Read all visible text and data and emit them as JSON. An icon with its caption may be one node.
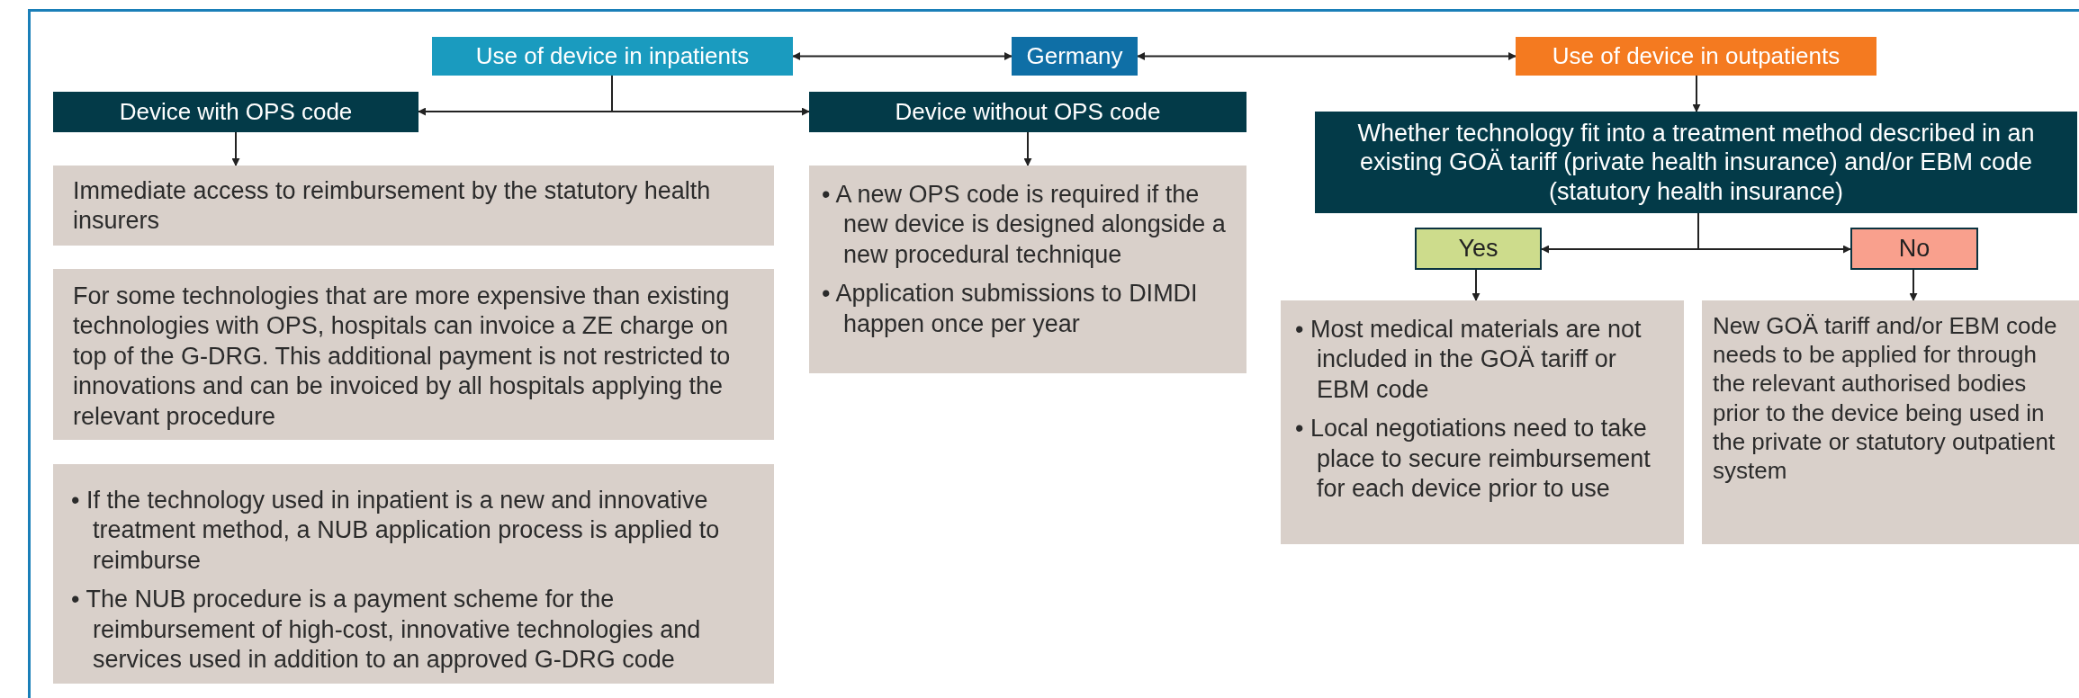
{
  "diagram": {
    "nodes": [
      {
        "text": [
          "Use of device in inpatients"
        ]
      },
      {
        "text": [
          "Germany"
        ]
      },
      {
        "text": [
          "Use of device in outpatients"
        ]
      },
      {
        "text": [
          "Device with OPS code"
        ]
      },
      {
        "text": [
          "Device without OPS code"
        ]
      },
      {
        "text": [
          "Whether technology fit into a treatment method described in an existing GOÄ tariff (private health insurance) and/or EBM code (statutory health insurance)"
        ]
      },
      {
        "text": [
          "Immediate access to reimbursement by the statutory health insurers"
        ]
      },
      {
        "text": [
          "For some technologies that are more expensive than existing technologies with OPS, hospitals can invoice a ZE charge on top of the G-DRG. This additional payment is not restricted to innovations and can be invoiced by all hospitals applying the relevant procedure"
        ]
      },
      {
        "text": [
          "• If the technology used in inpatient is a new and innovative treatment method, a NUB application process is applied to reimburse",
          "• The NUB procedure is a payment scheme for the reimbursement of high-cost, innovative technologies and services used in addition to an approved G-DRG code"
        ]
      },
      {
        "text": [
          "• A new OPS code is required if the new device is designed alongside a new procedural technique",
          "• Application submissions to DIMDI happen once per year"
        ]
      },
      {
        "text": [
          "Yes"
        ]
      },
      {
        "text": [
          "No"
        ]
      },
      {
        "text": [
          "• Most medical materials are not included in the GOÄ tariff or EBM code",
          "• Local negotiations need to take place to secure reimbursement for each device prior to use"
        ]
      },
      {
        "text": [
          "New GOÄ tariff and/or EBM code needs to be applied for through the relevant authorised bodies prior to the device being used in the private or statutory outpatient system"
        ]
      }
    ],
    "edges": [
      {
        "from": 0,
        "to": 1,
        "arrow": "both"
      },
      {
        "from": 1,
        "to": 2,
        "arrow": "both"
      },
      {
        "from": 0,
        "to": 3,
        "arrow": "to"
      },
      {
        "from": 0,
        "to": 4,
        "arrow": "to"
      },
      {
        "from": 2,
        "to": 5,
        "arrow": "to"
      },
      {
        "from": 5,
        "to": 10,
        "arrow": "to"
      },
      {
        "from": 5,
        "to": 11,
        "arrow": "to"
      },
      {
        "from": 3,
        "to": 6,
        "arrow": "to"
      },
      {
        "from": 4,
        "to": 9,
        "arrow": "to"
      },
      {
        "from": 10,
        "to": 12,
        "arrow": "to"
      },
      {
        "from": 11,
        "to": 13,
        "arrow": "to"
      }
    ]
  }
}
